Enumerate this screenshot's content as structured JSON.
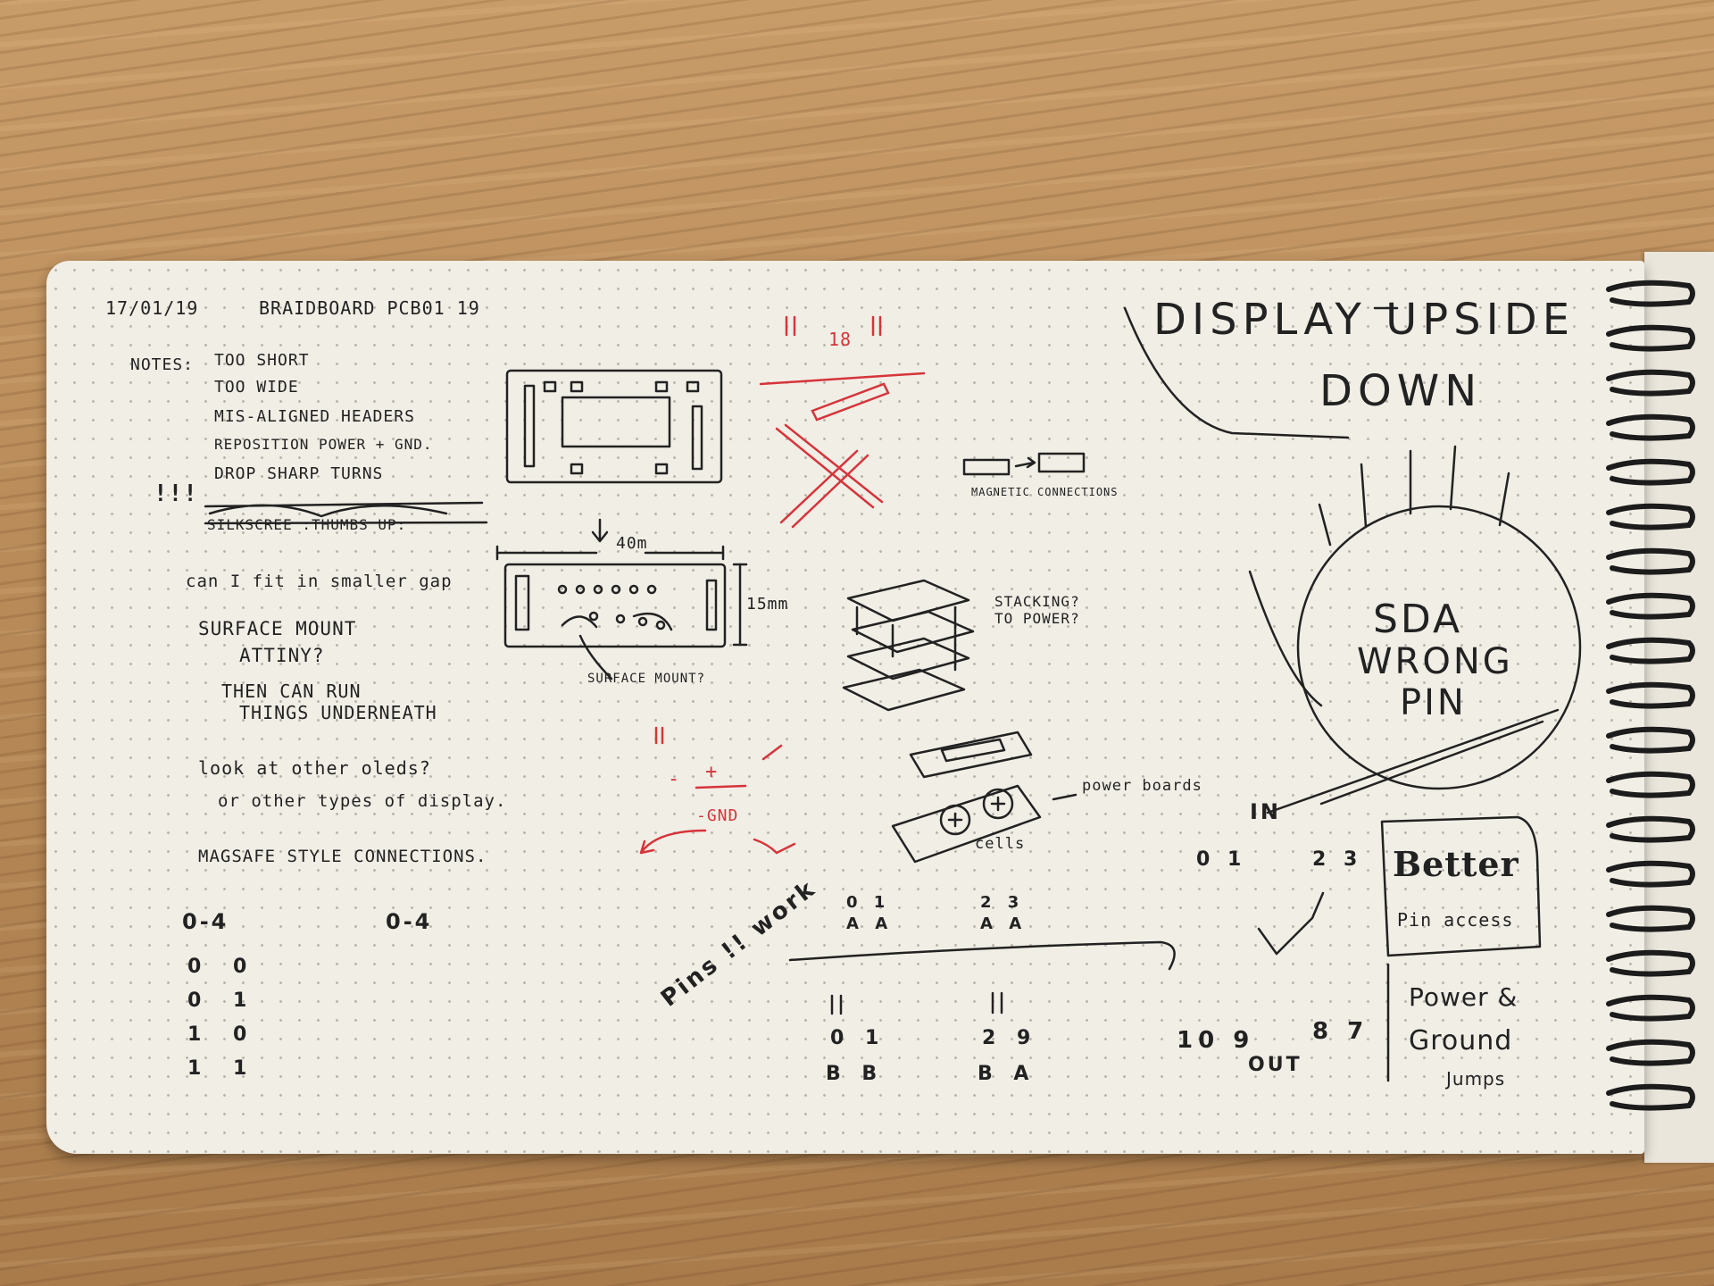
{
  "header": {
    "date": "17/01/19",
    "title": "BRAIDBOARD PCB01 19"
  },
  "notes": {
    "label": "NOTES:",
    "items": [
      "TOO SHORT",
      "TOO WIDE",
      "MIS-ALIGNED HEADERS",
      "REPOSITION POWER + GND.",
      "DROP SHARP TURNS",
      "SILKSCREE :THUMBS UP:"
    ],
    "marks": "!!!"
  },
  "todos": [
    "can I fit in smaller gap",
    "SURFACE MOUNT",
    "ATTINY?",
    "THEN CAN RUN",
    "THINGS UNDERNEATH",
    "look at other oleds?",
    "or other types of display.",
    "MAGSAFE STYLE CONNECTIONS."
  ],
  "sketch_labels": {
    "width": "40m",
    "height": "15mm",
    "surface_mount": "SURFACE MOUNT?",
    "red_number": "18",
    "magnetic": "MAGNETIC CONNECTIONS",
    "stacking": "STACKING? TO POWER?",
    "power_boards": "power boards",
    "cells": "cells",
    "red_minus": "-",
    "red_plus": "+",
    "red_gnd": "-GND"
  },
  "binary": {
    "header_left": "0-4",
    "header_right": "0-4",
    "rows": [
      "0 0",
      "0 1",
      "1 0",
      "1 1"
    ]
  },
  "pins": {
    "pins_work": "Pins !! work",
    "top": [
      {
        "id": "0 1",
        "label": "A A"
      },
      {
        "id": "2 3",
        "label": "A A"
      }
    ],
    "bottom": [
      {
        "id": "0 1",
        "label": "B B"
      },
      {
        "id": "2 9",
        "label": "B A"
      }
    ],
    "right_top": [
      "0 1",
      "2 3"
    ],
    "right_bottom": [
      "10 9",
      "8 7"
    ],
    "in_label": "IN",
    "out_label": "OUT"
  },
  "big_notes": {
    "display_line1": "DISPLAY UPSIDE",
    "display_line2": "DOWN",
    "circle_line1": "SDA",
    "circle_line2": "WRONG",
    "circle_line3": "PIN",
    "better_line1": "Better",
    "better_line2": "Pin access",
    "power_line1": "Power &",
    "power_line2": "Ground",
    "power_line3": "Jumps"
  },
  "colors": {
    "ink": "#222222",
    "red_ink": "#d6343a",
    "paper": "#f1eee6",
    "wood": "#b58a5a"
  }
}
